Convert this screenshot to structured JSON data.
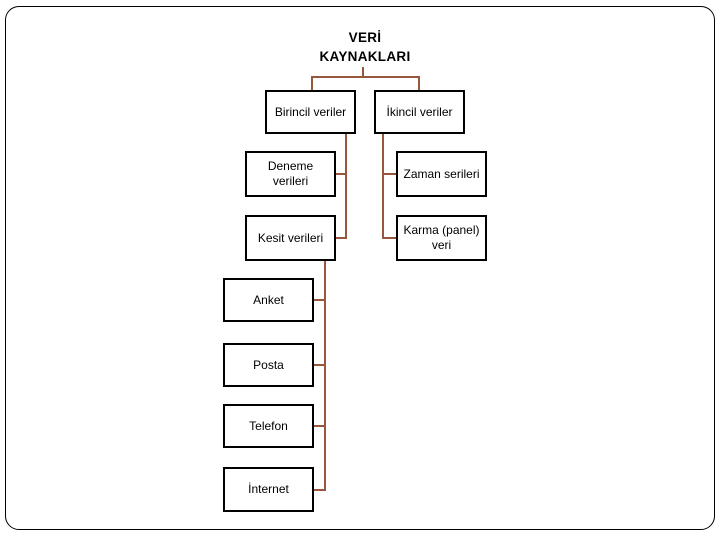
{
  "slide": {
    "title_line1": "VERİ",
    "title_line2": "KAYNAKLARI",
    "title_full": "VERİ\nKAYNAKLARI",
    "border_color": "#000000",
    "background_color": "#ffffff"
  },
  "diagram": {
    "type": "hierarchy-tree",
    "root_label": "VERİ KAYNAKLARI",
    "connector_color": "#96573C",
    "node_border_color": "#000000",
    "node_fill_color": "#ffffff",
    "text_color": "#000000",
    "nodes": [
      {
        "id": "birincil",
        "label": "Birincil veriler",
        "level": 1,
        "branch": "left"
      },
      {
        "id": "ikincil",
        "label": "İkincil veriler",
        "level": 1,
        "branch": "right"
      },
      {
        "id": "deneme",
        "label": "Deneme\nverileri",
        "level": 2,
        "branch": "left"
      },
      {
        "id": "zaman",
        "label": "Zaman serileri",
        "level": 2,
        "branch": "right"
      },
      {
        "id": "kesit",
        "label": "Kesit verileri",
        "level": 2,
        "branch": "left"
      },
      {
        "id": "karma",
        "label": "Karma (panel)\nveri",
        "level": 2,
        "branch": "right"
      },
      {
        "id": "anket",
        "label": "Anket",
        "level": 3,
        "branch": "left"
      },
      {
        "id": "posta",
        "label": "Posta",
        "level": 3,
        "branch": "left"
      },
      {
        "id": "telefon",
        "label": "Telefon",
        "level": 3,
        "branch": "left"
      },
      {
        "id": "internet",
        "label": "İnternet",
        "level": 3,
        "branch": "left"
      }
    ]
  }
}
